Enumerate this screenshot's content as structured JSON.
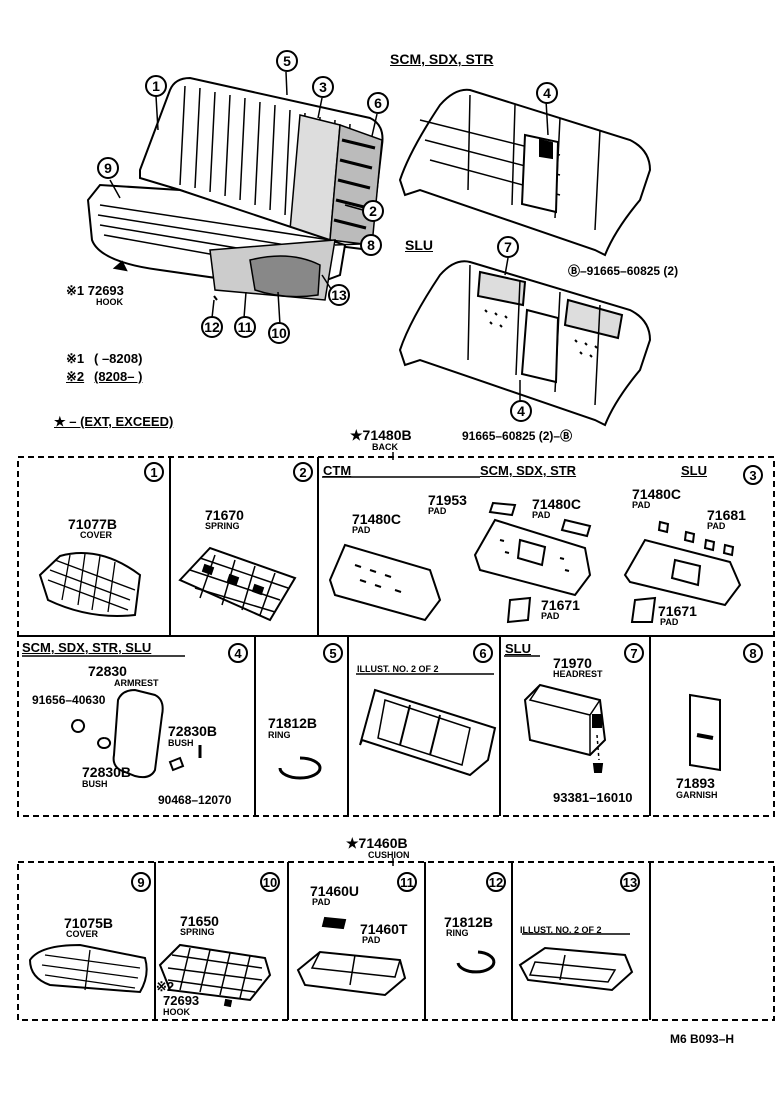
{
  "header": {
    "variant_scm": "SCM, SDX, STR",
    "variant_slu": "SLU",
    "note_star": "★ – (EXT, EXCEED)",
    "note1_mark": "※1",
    "note1_text": "(      –8208)",
    "note2_mark": "※2",
    "note2_text": "(8208–      )",
    "hook_ref": "※1 72693",
    "hook_label": "HOOK",
    "bolt_ref_top": "Ⓑ–91665–60825 (2)",
    "bolt_ref_bottom": "91665–60825 (2)–Ⓑ",
    "back_part": "★71480B",
    "back_label": "BACK",
    "cushion_part": "★71460B",
    "cushion_label": "CUSHION"
  },
  "callouts": [
    "1",
    "2",
    "3",
    "4",
    "5",
    "6",
    "7",
    "8",
    "9",
    "10",
    "11",
    "12",
    "13"
  ],
  "boxes": {
    "b1": {
      "num": "1",
      "part": "71077B",
      "label": "COVER"
    },
    "b2": {
      "num": "2",
      "part": "71670",
      "label": "SPRING"
    },
    "b3": {
      "num": "3",
      "ctm": "CTM",
      "scm": "SCM, SDX, STR",
      "slu": "SLU",
      "ctm_part": "71480C",
      "ctm_label": "PAD",
      "scm_part1": "71953",
      "scm_label1": "PAD",
      "scm_part2": "71480C",
      "scm_label2": "PAD",
      "scm_part3": "71671",
      "scm_label3": "PAD",
      "slu_part1": "71480C",
      "slu_label1": "PAD",
      "slu_part2": "71681",
      "slu_label2": "PAD",
      "slu_part3": "71671",
      "slu_label3": "PAD"
    },
    "b4": {
      "num": "4",
      "hdr": "SCM, SDX, STR, SLU",
      "part1": "72830",
      "label1": "ARMREST",
      "part2": "91656–40630",
      "part3": "72830B",
      "label3": "BUSH",
      "part4": "72830B",
      "label4": "BUSH",
      "part5": "90468–12070"
    },
    "b5": {
      "num": "5",
      "part": "71812B",
      "label": "RING"
    },
    "b6": {
      "num": "6",
      "note": "ILLUST. NO. 2 OF 2"
    },
    "b7": {
      "num": "7",
      "hdr": "SLU",
      "part": "71970",
      "label": "HEADREST",
      "part2": "93381–16010"
    },
    "b8": {
      "num": "8",
      "part": "71893",
      "label": "GARNISH"
    },
    "b9": {
      "num": "9",
      "part": "71075B",
      "label": "COVER"
    },
    "b10": {
      "num": "10",
      "part": "71650",
      "label": "SPRING",
      "mark": "※2",
      "part2": "72693",
      "label2": "HOOK"
    },
    "b11": {
      "num": "11",
      "part1": "71460U",
      "label1": "PAD",
      "part2": "71460T",
      "label2": "PAD"
    },
    "b12": {
      "num": "12",
      "part": "71812B",
      "label": "RING"
    },
    "b13": {
      "num": "13",
      "note": "ILLUST. NO. 2 OF 2"
    }
  },
  "footer": {
    "code": "M6  B093–H"
  }
}
